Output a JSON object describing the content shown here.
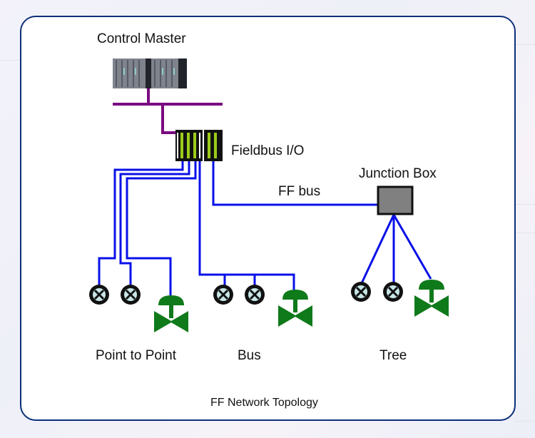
{
  "diagram": {
    "caption": "FF Network Topology",
    "labels": {
      "control_master": "Control Master",
      "fieldbus_io": "Fieldbus I/O",
      "junction_box": "Junction Box",
      "ff_bus": "FF bus",
      "point_to_point": "Point to Point",
      "bus": "Bus",
      "tree": "Tree"
    },
    "colors": {
      "frame": "#0d2f7a",
      "control_network": "#7a0a80",
      "fieldbus_wire": "#0a10e8",
      "valve": "#0f7a1a",
      "io_card": "#9ccc1a",
      "junction_box": "#808080",
      "transmitter_face": "#c8e6e6"
    },
    "topologies": [
      {
        "name": "Point to Point",
        "devices": [
          "transmitter",
          "transmitter",
          "valve"
        ]
      },
      {
        "name": "Bus",
        "devices": [
          "transmitter",
          "transmitter",
          "valve"
        ]
      },
      {
        "name": "Tree",
        "devices": [
          "transmitter",
          "transmitter",
          "valve"
        ]
      }
    ]
  }
}
